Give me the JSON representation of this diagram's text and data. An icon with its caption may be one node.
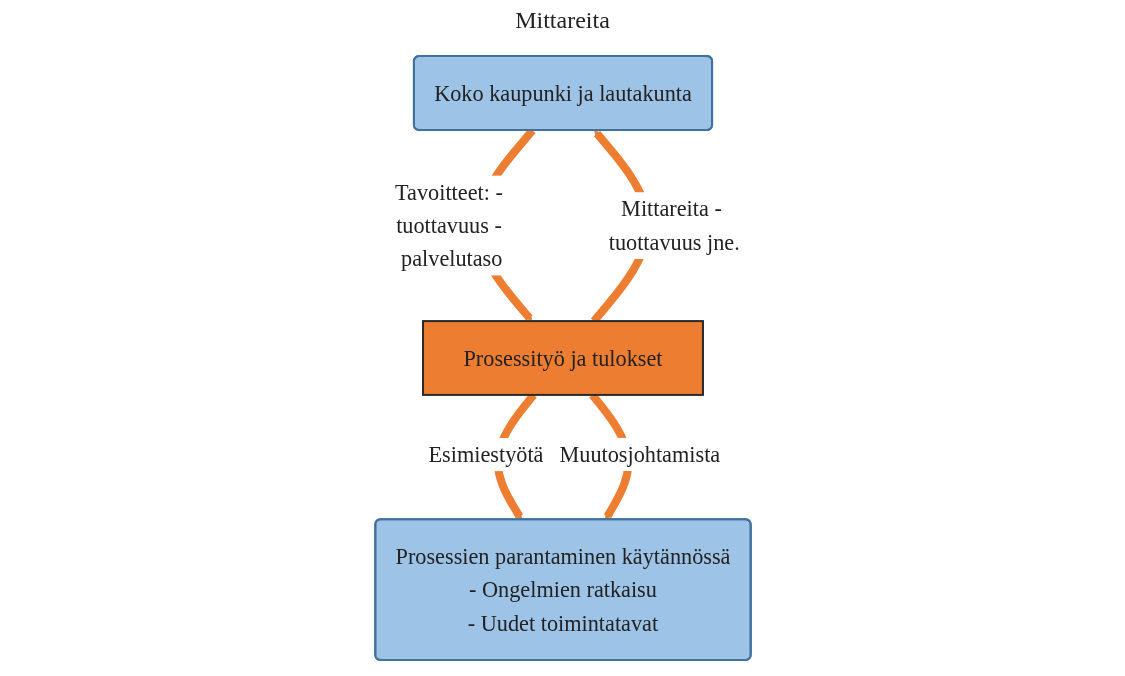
{
  "diagram": {
    "nodes": [
      {
        "text": [
          "Koko kaupunki ja lautakunta"
        ]
      },
      {
        "text": [
          "Prosessityö ja tulokset"
        ]
      },
      {
        "text": [
          "Prosessien parantaminen käytännössä",
          "- Ongelmien ratkaisu",
          "- Uudet toimintatavat"
        ]
      }
    ],
    "edges": [
      {
        "from": 0,
        "to": 1,
        "arrow": "to",
        "label": "Tavoitteet: - tuottavuus - palvelutaso"
      },
      {
        "from": 1,
        "to": 0,
        "arrow": "to",
        "label": "Mittareita - tuottavuus jne."
      },
      {
        "from": 1,
        "to": 2,
        "arrow": "to",
        "label": "Esimiestyötä"
      },
      {
        "from": 1,
        "to": 2,
        "arrow": "to",
        "label": "Muutosjohtamista"
      }
    ],
    "labels": [
      "Mittareita"
    ]
  }
}
